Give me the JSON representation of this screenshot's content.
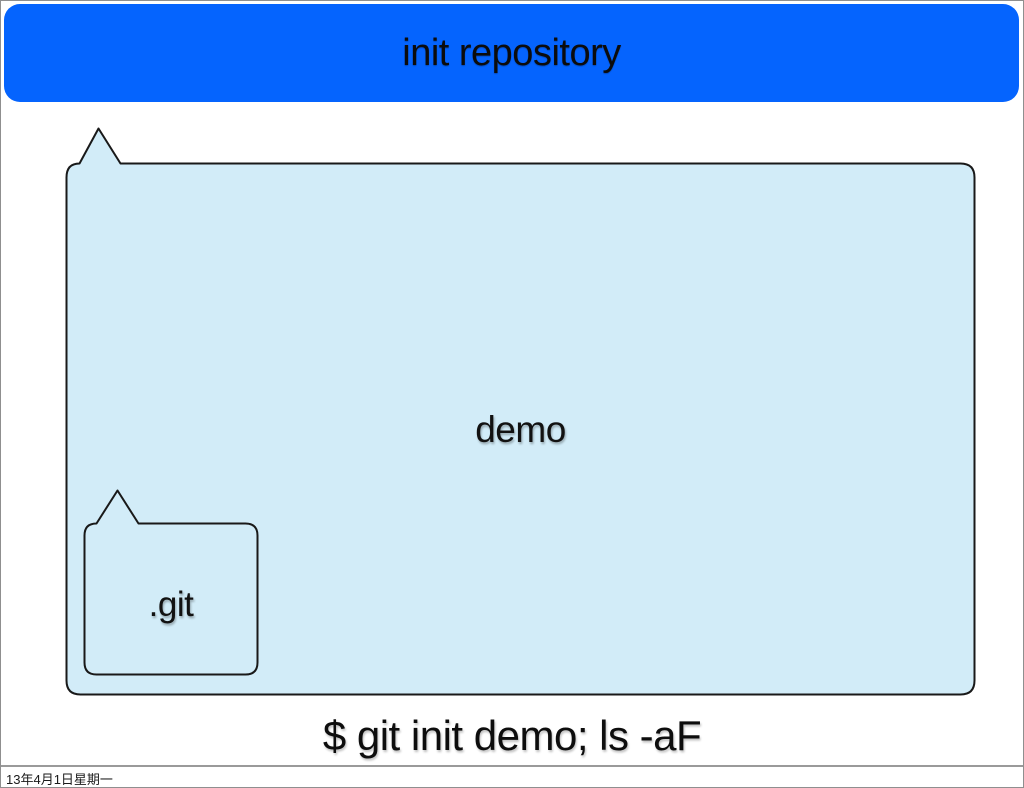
{
  "header": {
    "title": "init repository",
    "bg_color": "#0564fe",
    "text_color": "#0c0c0c"
  },
  "diagram": {
    "outer_folder": {
      "label": "demo"
    },
    "inner_folder": {
      "label": ".git"
    },
    "fill_color": "#d2ecf8",
    "border_color": "#191919"
  },
  "terminal": {
    "command": "$ git init demo; ls -aF"
  },
  "footer": {
    "date": "13年4月1日星期一"
  }
}
